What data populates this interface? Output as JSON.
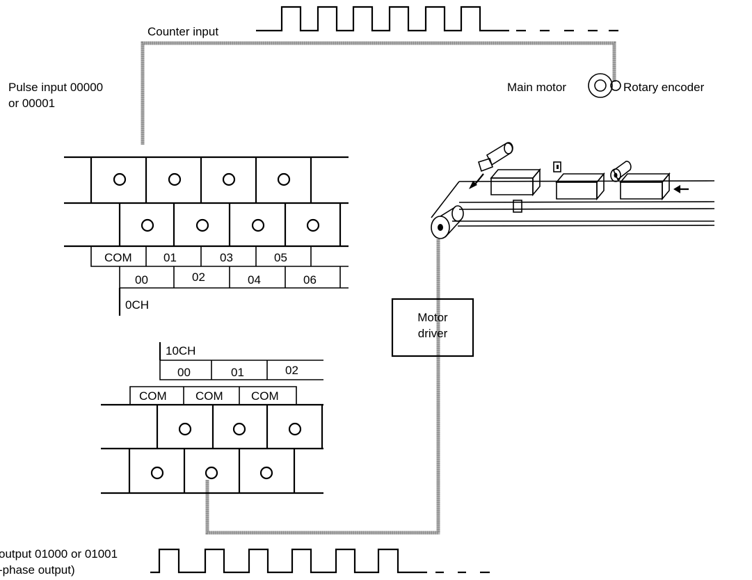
{
  "labels": {
    "counter_input": "Counter input",
    "pulse_input_line1": "Pulse input 00000",
    "pulse_input_line2": "or 00001",
    "main_motor": "Main motor",
    "rotary_encoder": "Rotary encoder",
    "motor_driver_line1": "Motor",
    "motor_driver_line2": "driver",
    "pulse_output_line1": "output 01000 or 01001",
    "pulse_output_line2": "-phase output)"
  },
  "input_block": {
    "channel": "0CH",
    "upper_terminals": [
      "COM",
      "01",
      "03",
      "05"
    ],
    "lower_terminals": [
      "00",
      "02",
      "04",
      "06"
    ]
  },
  "output_block": {
    "channel": "10CH",
    "upper_terminals": [
      "00",
      "01",
      "02"
    ],
    "lower_terminals": [
      "COM",
      "COM",
      "COM"
    ]
  }
}
